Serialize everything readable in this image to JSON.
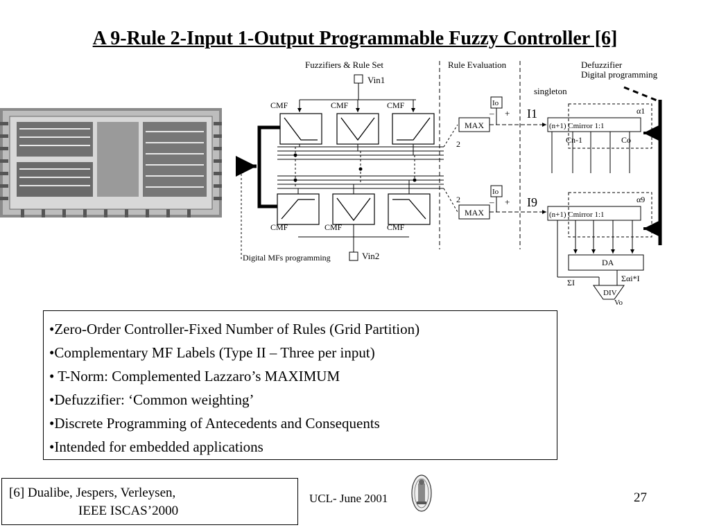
{
  "slide": {
    "title": "A 9-Rule 2-Input 1-Output Programmable Fuzzy Controller [6]",
    "bullets": [
      "•Zero-Order Controller-Fixed Number of Rules (Grid Partition)",
      "•Complementary MF Labels (Type II – Three per input)",
      "• T-Norm: Complemented Lazzaro’s MAXIMUM",
      "•Defuzzifier: ‘Common weighting’",
      "•Discrete Programming of Antecedents and Consequents",
      "•Intended for embedded applications"
    ],
    "reference": {
      "line1": "[6] Dualibe, Jespers, Verleysen,",
      "line2": "IEEE ISCAS’2000"
    },
    "footer": "UCL- June 2001",
    "page_number": "27"
  },
  "diagram": {
    "section_fuzzifiers": "Fuzzifiers & Rule Set",
    "section_rule_eval": "Rule Evaluation",
    "section_defuzzifier": "Defuzzifier",
    "defuzz_sub": "Digital programming",
    "singleton_label": "singleton",
    "mf_label": "CMF",
    "input1": "Vin1",
    "input2": "Vin2",
    "max_label": "MAX",
    "max_input_count": "2",
    "io_label": "Io",
    "rule1_current": "I1",
    "rule9_current": "I9",
    "alpha1": "α1",
    "alpha9": "α9",
    "cell_label": "(n+1) Cmirror 1:1",
    "cn_label": "Cn-1",
    "co_label": "Co",
    "da_label": "DA",
    "sum_i": "ΣI",
    "sum_ai": "Σαi*I",
    "div_label": "DIV",
    "vo_label": "Vo",
    "mfs_prog": "Digital MFs programming"
  }
}
